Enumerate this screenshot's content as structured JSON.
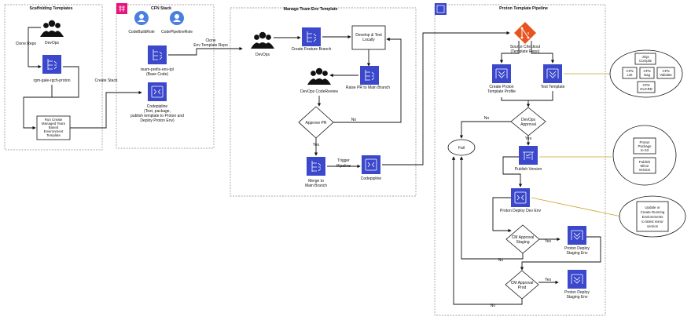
{
  "groups": {
    "scaffolding": "Scaffolding Templates",
    "cfn_stack": "CFN Stack",
    "manage_env": "Manage Team Env Template",
    "pipeline": "Proton Template Pipeline"
  },
  "scaffolding": {
    "devops": "DevOps",
    "clone_repo": "Clone Repo",
    "rgm": "rgm-gale-rgch-proton",
    "run_box": [
      "Run Create",
      "Managed Team",
      "Based",
      "Environment",
      "Template"
    ]
  },
  "edges": {
    "create_stack": "Create Stack",
    "clone_env": [
      "Clone",
      "Env Template Repo"
    ],
    "no": "No",
    "yes": "Yes",
    "trigger": [
      "Trigger",
      "Pipeline"
    ]
  },
  "cfn": {
    "codebuild": "CodeBuildRole",
    "codepipeline_role": "CodePipelineRole",
    "team_prefix": [
      "team-prefix-env-tpl",
      "(Base Code)"
    ],
    "codepipeline": [
      "Codepipline",
      "(Test, package,",
      "publish template to Proton and",
      "Deploy Proton Env)"
    ]
  },
  "manage": {
    "devops": "DevOps",
    "create_branch": "Create Feature Branch",
    "develop": [
      "Develop & Test",
      "Locally"
    ],
    "raise_pr": "Raise PR to Main Branch",
    "codereview": "DevOps CodeReview",
    "approve_pr": "Approve PR",
    "merge": [
      "Merge to",
      "Main Branch"
    ],
    "codepipeline": "Codepipline"
  },
  "pipeline": {
    "source": [
      "Source Checkout",
      "(Template Repo)"
    ],
    "create_profile": [
      "Create Proton",
      "Template Profile"
    ],
    "test_template": "Test Template",
    "devops_approval": [
      "DevOps",
      "Approval"
    ],
    "fail": "Fail",
    "publish": "Publish Version",
    "deploy_dev": "Proton Deploy Dev Env",
    "cm_staging": [
      "CM Approval",
      "Staging"
    ],
    "deploy_staging": [
      "Proton Deploy",
      "Staging Env"
    ],
    "cm_prod": [
      "CM Approval",
      "Prod"
    ],
    "deploy_prod": [
      "Proton Deploy",
      "Staging Env"
    ]
  },
  "callouts": {
    "test": {
      "jinja": [
        "Jinja",
        "Compile"
      ],
      "lint": [
        "CFN",
        "Lint"
      ],
      "nag": [
        "CFN",
        "Nag"
      ],
      "validate": [
        "CFN",
        "Validate"
      ],
      "guard": [
        "CFN",
        "GUARD"
      ]
    },
    "publish": {
      "package": [
        "Proton",
        "Package",
        "to S3"
      ],
      "minor": [
        "Publish",
        "Minor",
        "Version"
      ]
    },
    "deploy": [
      "Update or",
      "Create Running",
      "Environments",
      "to latest minor",
      "version"
    ]
  },
  "colors": {
    "aws_blue": "#3b48cc",
    "git_orange": "#e8541e",
    "role_blue": "#4a7fe0",
    "cfn_pink": "#e7157b",
    "callout_line": "#c9a227"
  }
}
